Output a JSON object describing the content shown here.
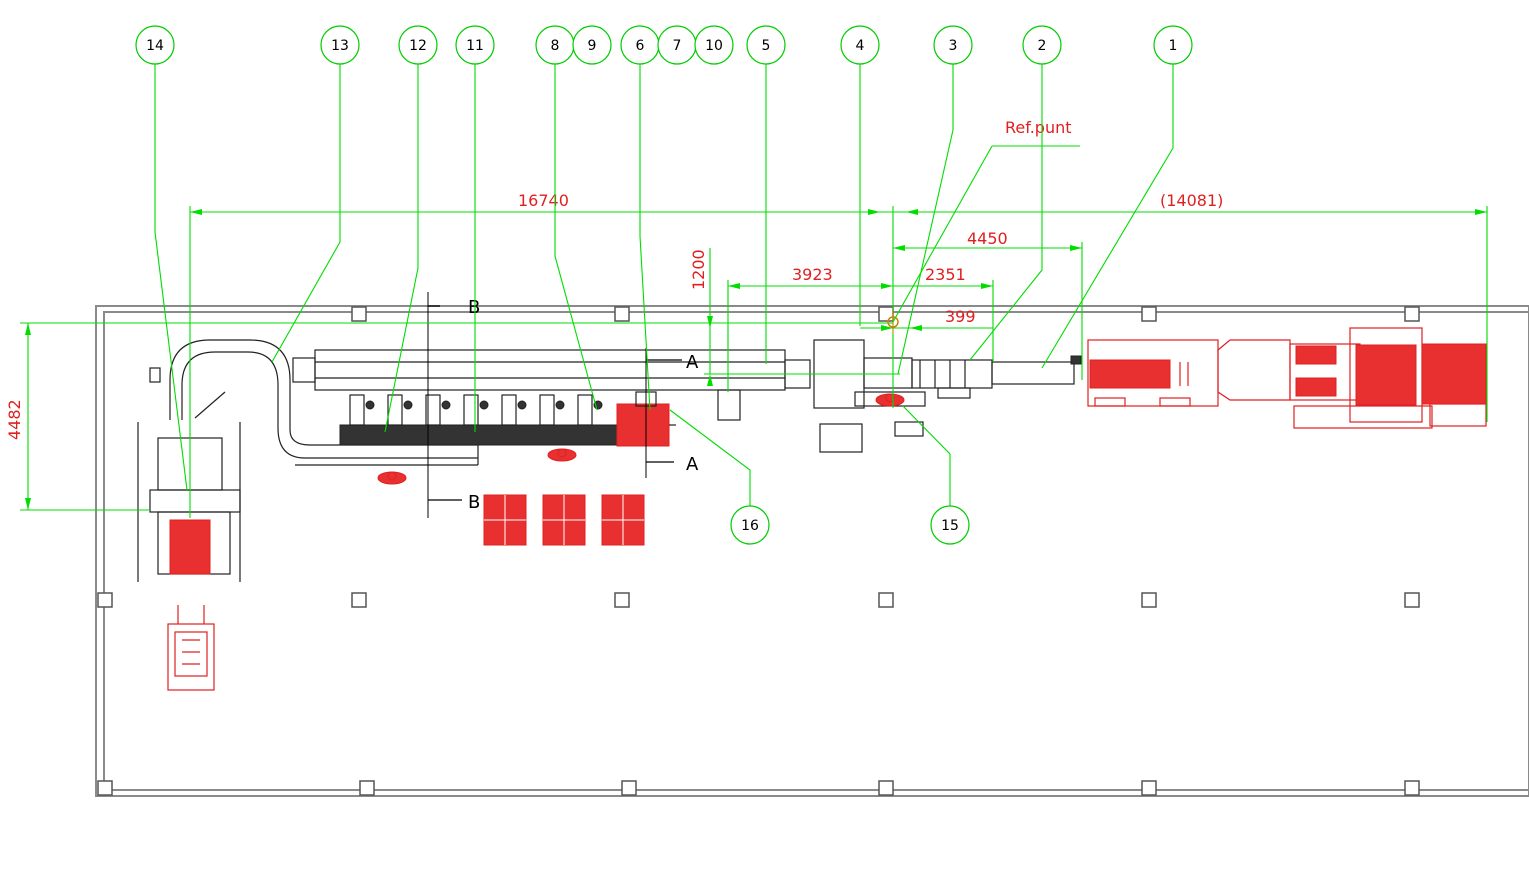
{
  "bubbles": [
    "14",
    "13",
    "12",
    "11",
    "8",
    "9",
    "6",
    "7",
    "10",
    "5",
    "4",
    "3",
    "2",
    "1",
    "16",
    "15"
  ],
  "dimensions": {
    "d16740": "16740",
    "d14081": "(14081)",
    "d4450": "4450",
    "d3923": "3923",
    "d2351": "2351",
    "d399": "399",
    "d1200": "1200",
    "d4482": "4482"
  },
  "reference": "Ref.punt",
  "section_labels": {
    "a_top": "A",
    "a_bottom": "A",
    "b_top": "B",
    "b_bottom": "B"
  },
  "colors": {
    "annotation_green": "#00dd00",
    "dimension_red": "#e02020",
    "equipment_black": "#222222",
    "hall_grey": "#8a8a8a"
  }
}
